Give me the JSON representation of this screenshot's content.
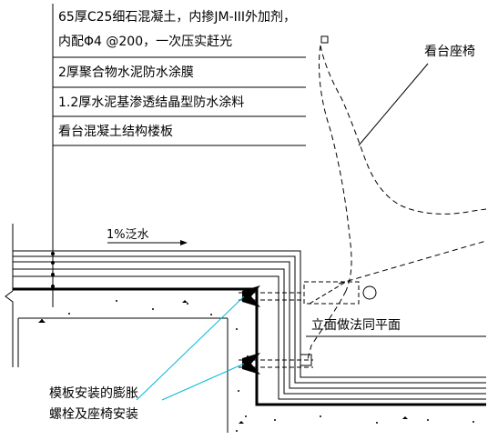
{
  "layers": [
    "65厚C25细石混凝土，内掺JM-III外加剂，",
    "内配Φ4 @200，一次压实赶光",
    "2厚聚合物水泥防水涂膜",
    "1.2厚水泥基渗透结晶型防水涂料",
    "看台混凝土结构楼板"
  ],
  "labels": {
    "seat": "看台座椅",
    "slope": "1%泛水",
    "vertical_note": "立面做法同平面",
    "bolt_line1": "模板安装的膨胀",
    "bolt_line2": "螺栓及座椅安装"
  }
}
